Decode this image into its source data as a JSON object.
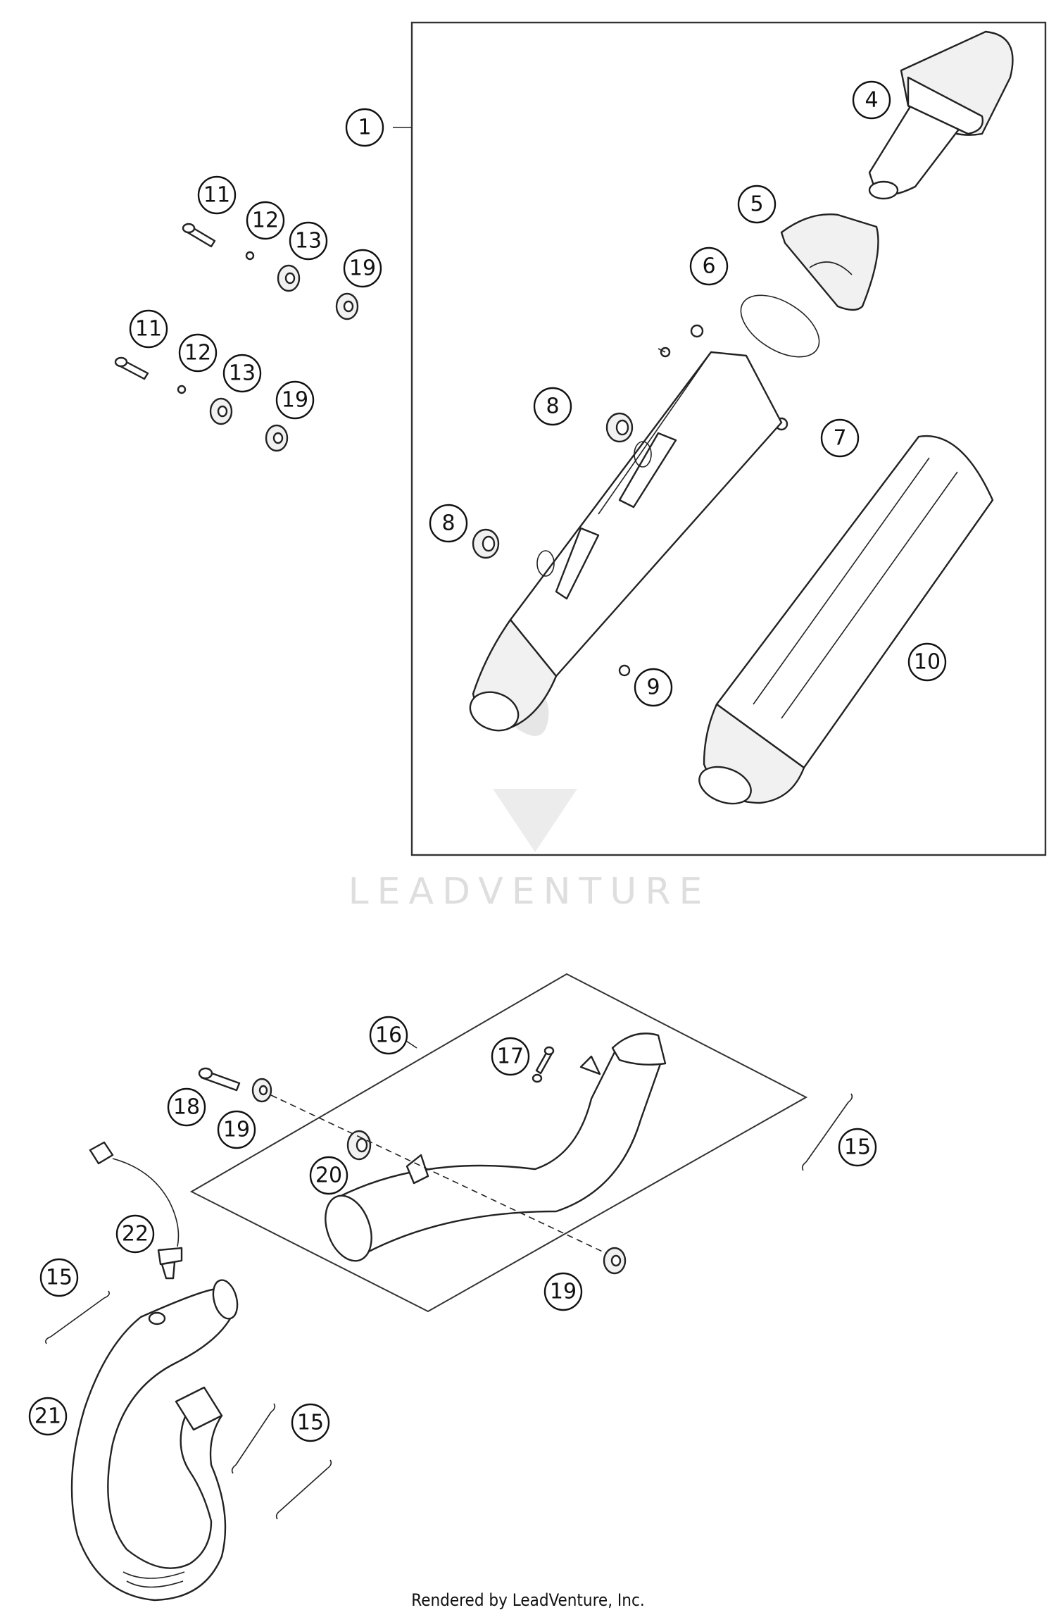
{
  "diagram": {
    "callouts": {
      "c1": "1",
      "c4": "4",
      "c5": "5",
      "c6": "6",
      "c7": "7",
      "c8a": "8",
      "c8b": "8",
      "c9": "9",
      "c10": "10",
      "c11a": "11",
      "c11b": "11",
      "c12a": "12",
      "c12b": "12",
      "c13a": "13",
      "c13b": "13",
      "c19a": "19",
      "c19b": "19",
      "c16": "16",
      "c17": "17",
      "c18": "18",
      "c19c": "19",
      "c19d": "19",
      "c20": "20",
      "c15a": "15",
      "c15b": "15",
      "c15c": "15",
      "c21": "21",
      "c22": "22"
    },
    "watermark": "LEADVENTURE"
  },
  "footer": {
    "text": "Rendered by LeadVenture, Inc."
  },
  "colors": {
    "line": "#222222",
    "background": "#ffffff",
    "watermark": "#dedede"
  }
}
